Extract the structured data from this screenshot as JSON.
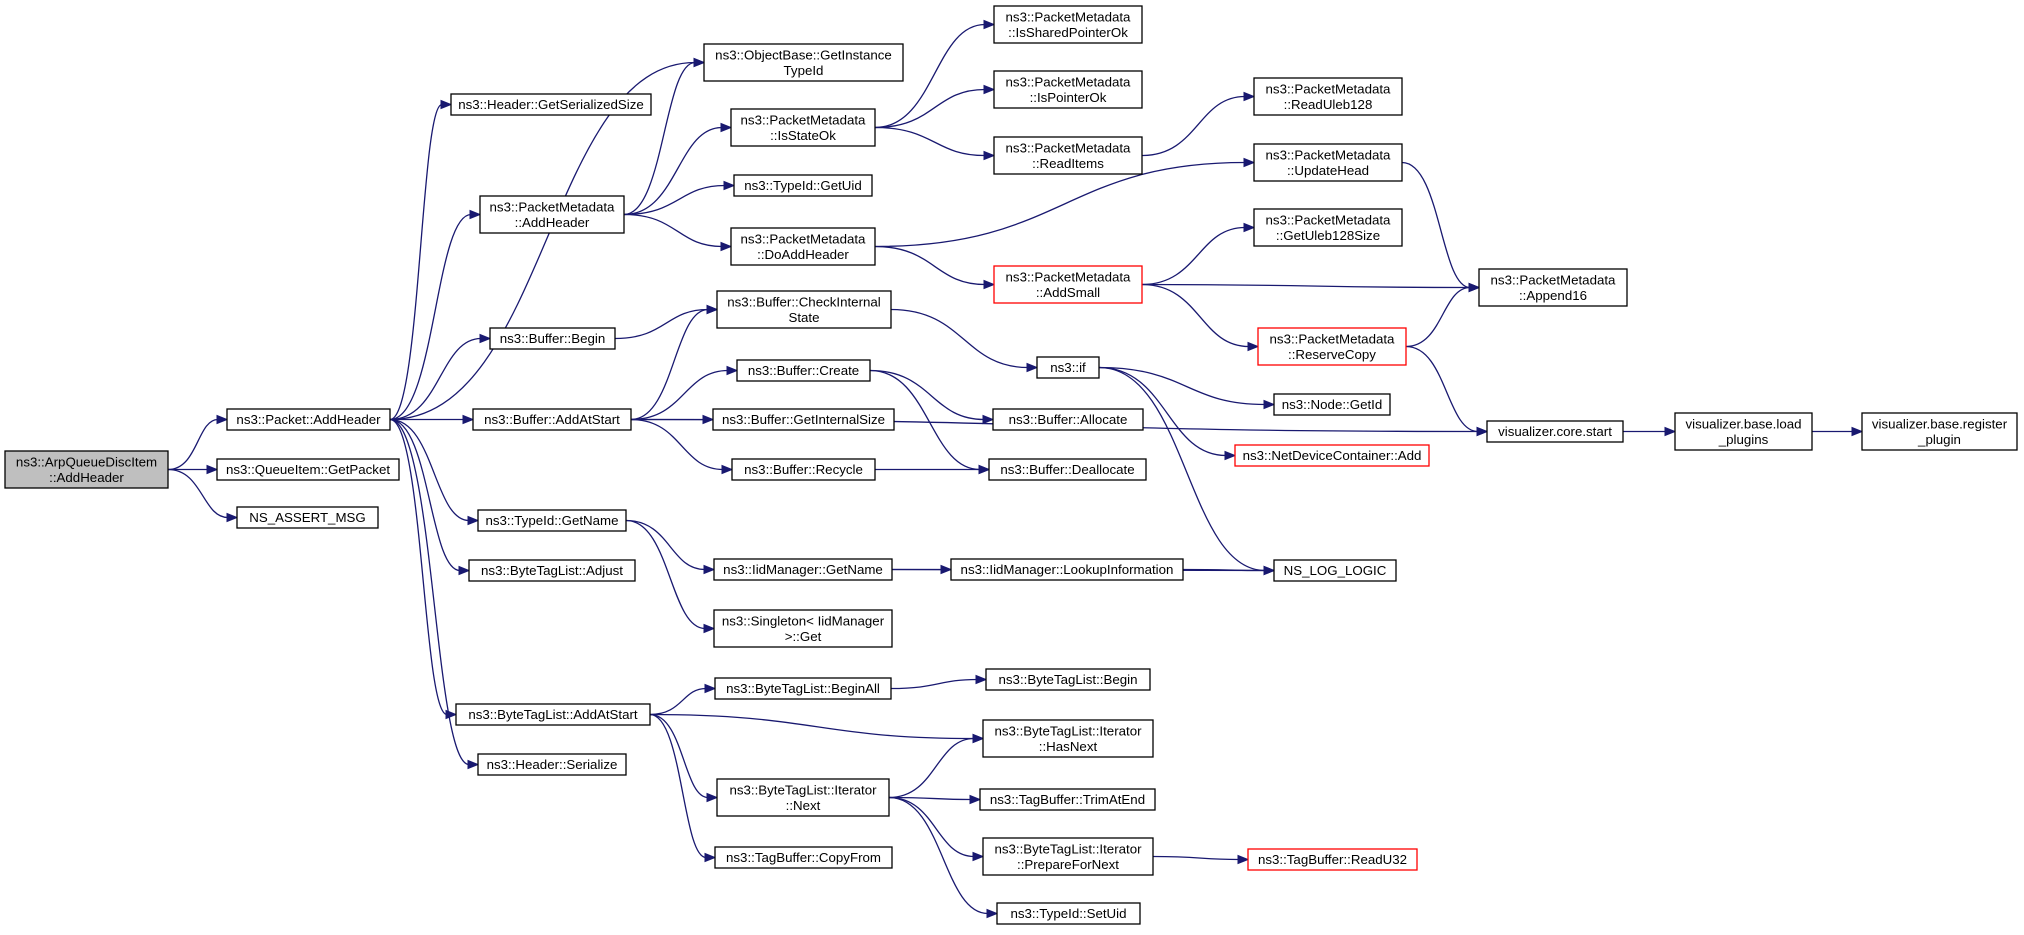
{
  "graph": {
    "nodes": {
      "root": {
        "lines": [
          "ns3::ArpQueueDiscItem",
          "::AddHeader"
        ],
        "kind": "root"
      },
      "pkt_addheader": {
        "lines": [
          "ns3::Packet::AddHeader"
        ]
      },
      "qi_getpacket": {
        "lines": [
          "ns3::QueueItem::GetPacket"
        ]
      },
      "ns_assert": {
        "lines": [
          "NS_ASSERT_MSG"
        ]
      },
      "hdr_getsersize": {
        "lines": [
          "ns3::Header::GetSerializedSize"
        ]
      },
      "pm_addheader": {
        "lines": [
          "ns3::PacketMetadata",
          "::AddHeader"
        ]
      },
      "buf_begin": {
        "lines": [
          "ns3::Buffer::Begin"
        ]
      },
      "buf_addatstart": {
        "lines": [
          "ns3::Buffer::AddAtStart"
        ]
      },
      "tid_getname": {
        "lines": [
          "ns3::TypeId::GetName"
        ]
      },
      "btl_adjust": {
        "lines": [
          "ns3::ByteTagList::Adjust"
        ]
      },
      "btl_addatstart": {
        "lines": [
          "ns3::ByteTagList::AddAtStart"
        ]
      },
      "hdr_serialize": {
        "lines": [
          "ns3::Header::Serialize"
        ]
      },
      "ob_getinstance": {
        "lines": [
          "ns3::ObjectBase::GetInstance",
          "TypeId"
        ]
      },
      "pm_isstateok": {
        "lines": [
          "ns3::PacketMetadata",
          "::IsStateOk"
        ]
      },
      "tid_getuid": {
        "lines": [
          "ns3::TypeId::GetUid"
        ]
      },
      "pm_doaddheader": {
        "lines": [
          "ns3::PacketMetadata",
          "::DoAddHeader"
        ]
      },
      "buf_checkinternal": {
        "lines": [
          "ns3::Buffer::CheckInternal",
          "State"
        ]
      },
      "buf_create": {
        "lines": [
          "ns3::Buffer::Create"
        ]
      },
      "buf_getinternalsize": {
        "lines": [
          "ns3::Buffer::GetInternalSize"
        ]
      },
      "buf_recycle": {
        "lines": [
          "ns3::Buffer::Recycle"
        ]
      },
      "iid_getname": {
        "lines": [
          "ns3::IidManager::GetName"
        ]
      },
      "singleton_get": {
        "lines": [
          "ns3::Singleton< IidManager",
          ">::Get"
        ]
      },
      "btl_beginall": {
        "lines": [
          "ns3::ByteTagList::BeginAll"
        ]
      },
      "btl_it_next": {
        "lines": [
          "ns3::ByteTagList::Iterator",
          "::Next"
        ]
      },
      "tb_copyfrom": {
        "lines": [
          "ns3::TagBuffer::CopyFrom"
        ]
      },
      "pm_issharedptr": {
        "lines": [
          "ns3::PacketMetadata",
          "::IsSharedPointerOk"
        ]
      },
      "pm_ispointerok": {
        "lines": [
          "ns3::PacketMetadata",
          "::IsPointerOk"
        ]
      },
      "pm_readitems": {
        "lines": [
          "ns3::PacketMetadata",
          "::ReadItems"
        ]
      },
      "pm_addsmall": {
        "lines": [
          "ns3::PacketMetadata",
          "::AddSmall"
        ],
        "kind": "truncated"
      },
      "ns3_if": {
        "lines": [
          "ns3::if"
        ]
      },
      "buf_allocate": {
        "lines": [
          "ns3::Buffer::Allocate"
        ]
      },
      "buf_deallocate": {
        "lines": [
          "ns3::Buffer::Deallocate"
        ]
      },
      "iid_lookup": {
        "lines": [
          "ns3::IidManager::LookupInformation"
        ]
      },
      "btl_begin": {
        "lines": [
          "ns3::ByteTagList::Begin"
        ]
      },
      "btl_it_hasnext": {
        "lines": [
          "ns3::ByteTagList::Iterator",
          "::HasNext"
        ]
      },
      "tb_trimatend": {
        "lines": [
          "ns3::TagBuffer::TrimAtEnd"
        ]
      },
      "btl_it_prepare": {
        "lines": [
          "ns3::ByteTagList::Iterator",
          "::PrepareForNext"
        ]
      },
      "tid_setuid": {
        "lines": [
          "ns3::TypeId::SetUid"
        ]
      },
      "pm_readuleb128": {
        "lines": [
          "ns3::PacketMetadata",
          "::ReadUleb128"
        ]
      },
      "pm_updatehead": {
        "lines": [
          "ns3::PacketMetadata",
          "::UpdateHead"
        ]
      },
      "pm_getuleb128size": {
        "lines": [
          "ns3::PacketMetadata",
          "::GetUleb128Size"
        ]
      },
      "pm_reservecopy": {
        "lines": [
          "ns3::PacketMetadata",
          "::ReserveCopy"
        ],
        "kind": "truncated"
      },
      "node_getid": {
        "lines": [
          "ns3::Node::GetId"
        ]
      },
      "ndc_add": {
        "lines": [
          "ns3::NetDeviceContainer::Add"
        ],
        "kind": "truncated"
      },
      "ns_log_logic": {
        "lines": [
          "NS_LOG_LOGIC"
        ]
      },
      "tb_readu32": {
        "lines": [
          "ns3::TagBuffer::ReadU32"
        ],
        "kind": "truncated"
      },
      "pm_append16": {
        "lines": [
          "ns3::PacketMetadata",
          "::Append16"
        ]
      },
      "viz_core_start": {
        "lines": [
          "visualizer.core.start"
        ]
      },
      "viz_load_plugins": {
        "lines": [
          "visualizer.base.load",
          "_plugins"
        ]
      },
      "viz_register_plugin": {
        "lines": [
          "visualizer.base.register",
          "_plugin"
        ]
      }
    },
    "edges": [
      [
        "root",
        "pkt_addheader"
      ],
      [
        "root",
        "qi_getpacket"
      ],
      [
        "root",
        "ns_assert"
      ],
      [
        "pkt_addheader",
        "hdr_getsersize"
      ],
      [
        "pkt_addheader",
        "ob_getinstance"
      ],
      [
        "pkt_addheader",
        "pm_addheader"
      ],
      [
        "pkt_addheader",
        "buf_begin"
      ],
      [
        "pkt_addheader",
        "buf_addatstart"
      ],
      [
        "pkt_addheader",
        "tid_getname"
      ],
      [
        "pkt_addheader",
        "btl_adjust"
      ],
      [
        "pkt_addheader",
        "btl_addatstart"
      ],
      [
        "pkt_addheader",
        "hdr_serialize"
      ],
      [
        "pm_addheader",
        "ob_getinstance"
      ],
      [
        "pm_addheader",
        "pm_isstateok"
      ],
      [
        "pm_addheader",
        "tid_getuid"
      ],
      [
        "pm_addheader",
        "pm_doaddheader"
      ],
      [
        "pm_isstateok",
        "pm_issharedptr"
      ],
      [
        "pm_isstateok",
        "pm_ispointerok"
      ],
      [
        "pm_isstateok",
        "pm_readitems"
      ],
      [
        "pm_readitems",
        "pm_readuleb128"
      ],
      [
        "pm_doaddheader",
        "pm_updatehead"
      ],
      [
        "pm_doaddheader",
        "pm_addsmall"
      ],
      [
        "pm_addsmall",
        "pm_getuleb128size"
      ],
      [
        "pm_addsmall",
        "pm_append16"
      ],
      [
        "pm_addsmall",
        "pm_reservecopy"
      ],
      [
        "pm_updatehead",
        "pm_append16"
      ],
      [
        "pm_reservecopy",
        "pm_append16"
      ],
      [
        "pm_reservecopy",
        "viz_core_start"
      ],
      [
        "buf_begin",
        "buf_checkinternal"
      ],
      [
        "buf_addatstart",
        "buf_checkinternal"
      ],
      [
        "buf_addatstart",
        "buf_create"
      ],
      [
        "buf_addatstart",
        "buf_getinternalsize"
      ],
      [
        "buf_addatstart",
        "buf_recycle"
      ],
      [
        "buf_addatstart",
        "viz_core_start"
      ],
      [
        "buf_checkinternal",
        "ns3_if"
      ],
      [
        "buf_create",
        "buf_allocate"
      ],
      [
        "buf_create",
        "buf_deallocate"
      ],
      [
        "buf_recycle",
        "buf_deallocate"
      ],
      [
        "ns3_if",
        "node_getid"
      ],
      [
        "ns3_if",
        "ndc_add"
      ],
      [
        "ns3_if",
        "ns_log_logic"
      ],
      [
        "tid_getname",
        "iid_getname"
      ],
      [
        "tid_getname",
        "singleton_get"
      ],
      [
        "iid_getname",
        "iid_lookup"
      ],
      [
        "iid_getname",
        "ns_log_logic"
      ],
      [
        "iid_lookup",
        "ns_log_logic"
      ],
      [
        "btl_addatstart",
        "btl_beginall"
      ],
      [
        "btl_addatstart",
        "btl_it_hasnext"
      ],
      [
        "btl_addatstart",
        "btl_it_next"
      ],
      [
        "btl_addatstart",
        "tb_copyfrom"
      ],
      [
        "btl_beginall",
        "btl_begin"
      ],
      [
        "btl_it_next",
        "btl_it_hasnext"
      ],
      [
        "btl_it_next",
        "tb_trimatend"
      ],
      [
        "btl_it_next",
        "btl_it_prepare"
      ],
      [
        "btl_it_next",
        "tid_setuid"
      ],
      [
        "btl_it_prepare",
        "tb_readu32"
      ],
      [
        "viz_core_start",
        "viz_load_plugins"
      ],
      [
        "viz_load_plugins",
        "viz_register_plugin"
      ]
    ]
  }
}
